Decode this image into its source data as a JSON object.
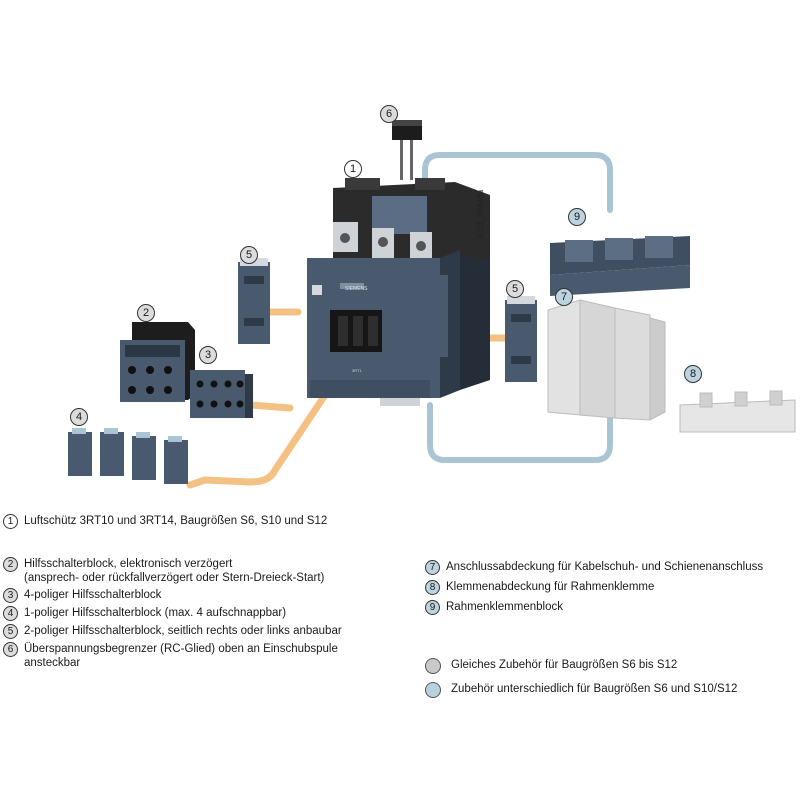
{
  "figure_code": "IC01_00618a",
  "callouts": [
    {
      "n": "1",
      "style": "white"
    },
    {
      "n": "2",
      "style": "grey"
    },
    {
      "n": "3",
      "style": "grey"
    },
    {
      "n": "4",
      "style": "grey"
    },
    {
      "n": "5",
      "style": "grey"
    },
    {
      "n": "5",
      "style": "grey"
    },
    {
      "n": "6",
      "style": "grey"
    },
    {
      "n": "7",
      "style": "blue"
    },
    {
      "n": "8",
      "style": "blue"
    },
    {
      "n": "9",
      "style": "blue"
    }
  ],
  "legend_left": [
    {
      "n": "1",
      "style": "white",
      "text": "Luftschütz 3RT10 und 3RT14, Baugrößen S6, S10 und S12"
    },
    {
      "n": "2",
      "style": "grey",
      "text": "Hilfsschalterblock, elektronisch verzögert",
      "text2": "(ansprech- oder rückfallverzögert oder Stern-Dreieck-Start)"
    },
    {
      "n": "3",
      "style": "grey",
      "text": "4-poliger Hilfsschalterblock"
    },
    {
      "n": "4",
      "style": "grey",
      "text": "1-poliger Hilfsschalterblock (max. 4 aufschnappbar)"
    },
    {
      "n": "5",
      "style": "grey",
      "text": "2-poliger Hilfsschalterblock, seitlich rechts oder links anbaubar"
    },
    {
      "n": "6",
      "style": "grey",
      "text": "Überspannungsbegrenzer (RC-Glied) oben an Einschubspule",
      "text2": "ansteckbar"
    }
  ],
  "legend_right": [
    {
      "n": "7",
      "style": "blue",
      "text": "Anschlussabdeckung für Kabelschuh- und Schienenanschluss"
    },
    {
      "n": "8",
      "style": "blue",
      "text": "Klemmenabdeckung für Rahmenklemme"
    },
    {
      "n": "9",
      "style": "blue",
      "text": "Rahmenklemmenblock"
    }
  ],
  "key": [
    {
      "style": "grey",
      "color": "#c9c9c9",
      "text": "Gleiches Zubehör für Baugrößen S6 bis S12"
    },
    {
      "style": "blue",
      "color": "#b7d1de",
      "text": "Zubehör unterschiedlich für Baugrößen S6 und S10/S12"
    }
  ],
  "device_labels": {
    "brand": "SIEMENS",
    "model": "3RT1"
  },
  "colors": {
    "body": "#4a5a6e",
    "body_dark": "#2f3a48",
    "top": "#2b2b2b",
    "connector_orange": "#f3c184",
    "connector_blue": "#a9c4d3",
    "cover": "#d8d8d8"
  }
}
